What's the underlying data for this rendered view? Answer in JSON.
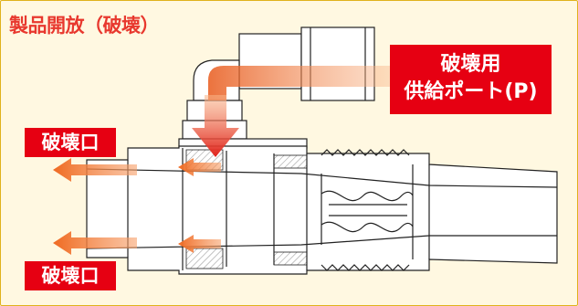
{
  "title": "製品開放（破壊）",
  "supply_port": {
    "line1": "破壊用",
    "line2": "供給ポート(P)"
  },
  "exhaust_top": "破壊口",
  "exhaust_bottom": "破壊口",
  "colors": {
    "label_red": "#e60012",
    "title_red": "#e8382e",
    "panel": "#fff8e1",
    "border": "#e0b21c",
    "arrow_orange": "#f07a2e",
    "arrow_red": "#e0201a",
    "drawing_line": "#222222"
  }
}
